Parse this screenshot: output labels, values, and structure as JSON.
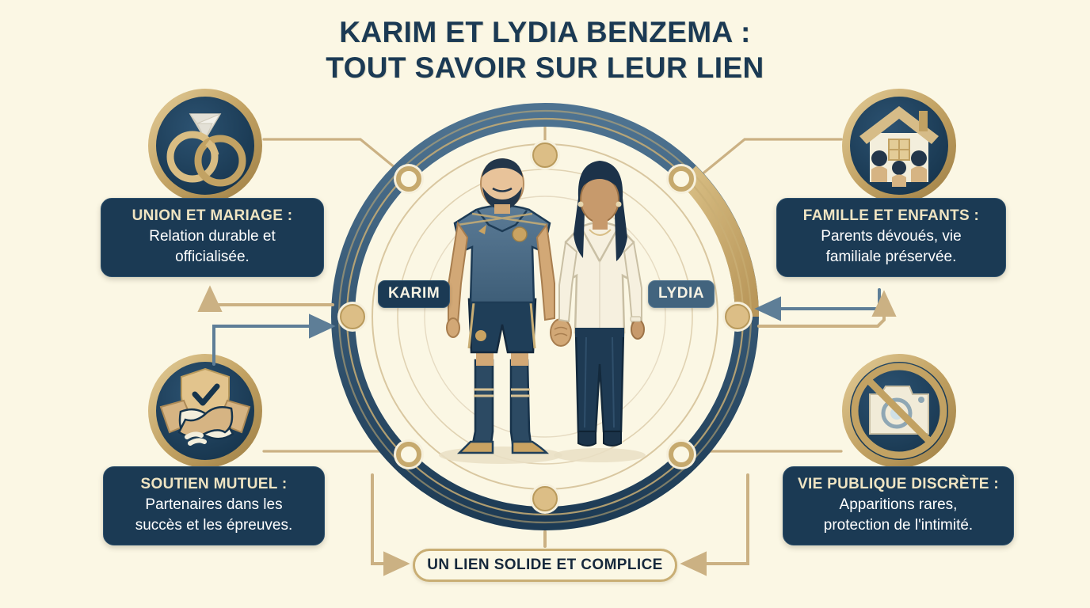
{
  "title": {
    "line1": "KARIM ET LYDIA BENZEMA :",
    "line2": "TOUT SAVOIR SUR LEUR LIEN"
  },
  "center": {
    "left_name": "KARIM",
    "right_name": "LYDIA",
    "illustration": "couple-holding-hands-footballer-and-woman"
  },
  "boxes": [
    {
      "id": "union-et-mariage",
      "heading": "UNION ET MARIAGE :",
      "body_line1": "Relation durable et",
      "body_line2": "officialisée.",
      "icon": "wedding-rings-icon",
      "position": "top-left"
    },
    {
      "id": "famille-et-enfants",
      "heading": "FAMILLE ET ENFANTS :",
      "body_line1": "Parents dévoués, vie",
      "body_line2": "familiale préservée.",
      "icon": "family-house-icon",
      "position": "top-right"
    },
    {
      "id": "soutien-mutuel",
      "heading": "SOUTIEN MUTUEL :",
      "body_line1": "Partenaires dans les",
      "body_line2": "succès et les épreuves.",
      "icon": "handshake-shield-icon",
      "position": "bottom-left"
    },
    {
      "id": "vie-publique-discrete",
      "heading": "VIE PUBLIQUE DISCRÈTE :",
      "body_line1": "Apparitions rares,",
      "body_line2": "protection de l'intimité.",
      "icon": "no-camera-icon",
      "position": "bottom-right"
    }
  ],
  "footer": {
    "pill_label": "UN LIEN SOLIDE ET COMPLICE"
  },
  "colors": {
    "background": "#FBF7E4",
    "navy": "#1B3A54",
    "ring_blue": "#3F6380",
    "ring_gold": "#C3A264",
    "gold_light": "#D9C28C",
    "cream_text": "#EFE4C2",
    "tag_blue": "#42647E",
    "connector_gold": "#CBB183",
    "connector_blue": "#5E7E97"
  }
}
